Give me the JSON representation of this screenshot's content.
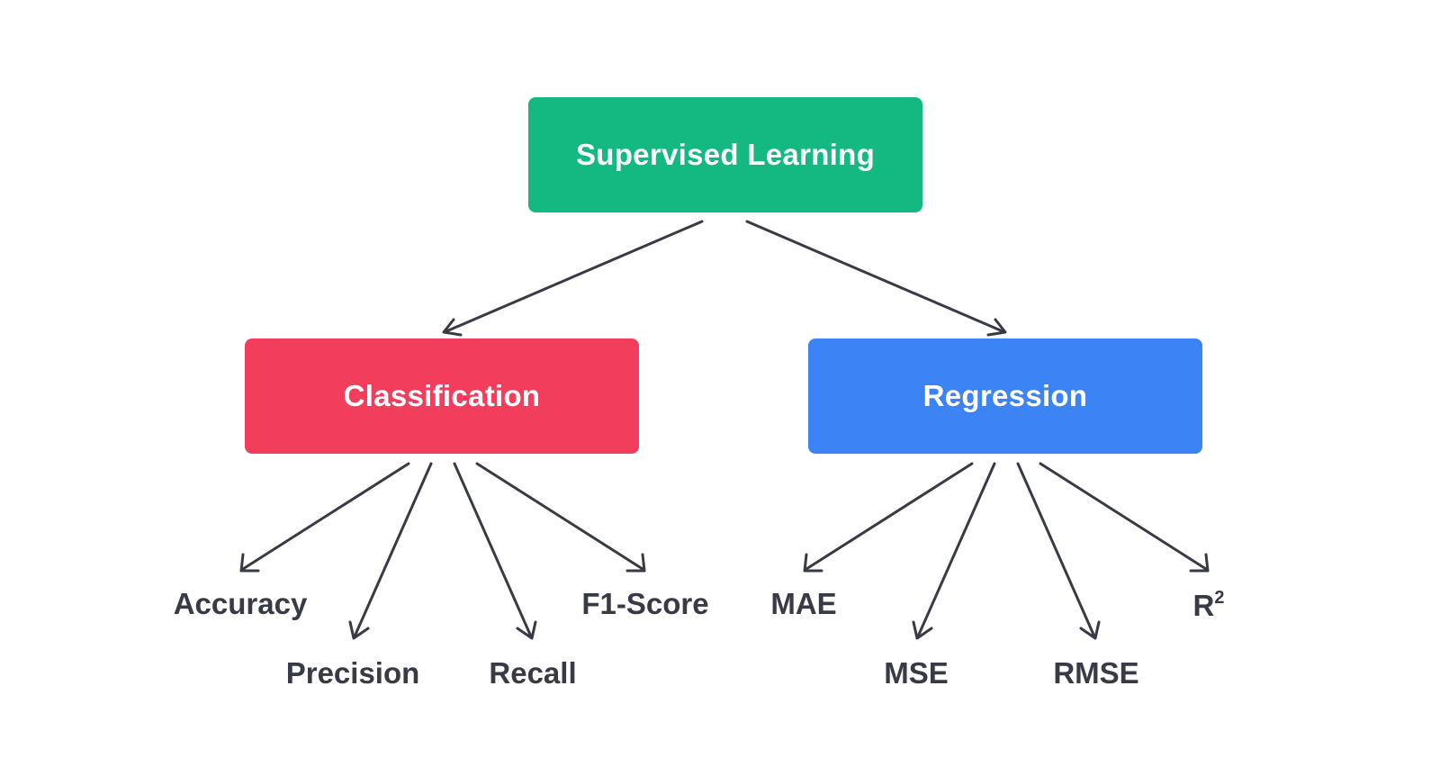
{
  "root": {
    "label": "Supervised Learning",
    "color": "#13b981"
  },
  "branches": [
    {
      "label": "Classification",
      "color": "#f33d5c",
      "leaves": [
        "Accuracy",
        "Precision",
        "Recall",
        "F1-Score"
      ]
    },
    {
      "label": "Regression",
      "color": "#3c83f6",
      "leaves": [
        "MAE",
        "MSE",
        "RMSE",
        "R"
      ]
    }
  ],
  "r2_superscript": "2",
  "arrow_color": "#383b45",
  "text_color": "#383b45"
}
